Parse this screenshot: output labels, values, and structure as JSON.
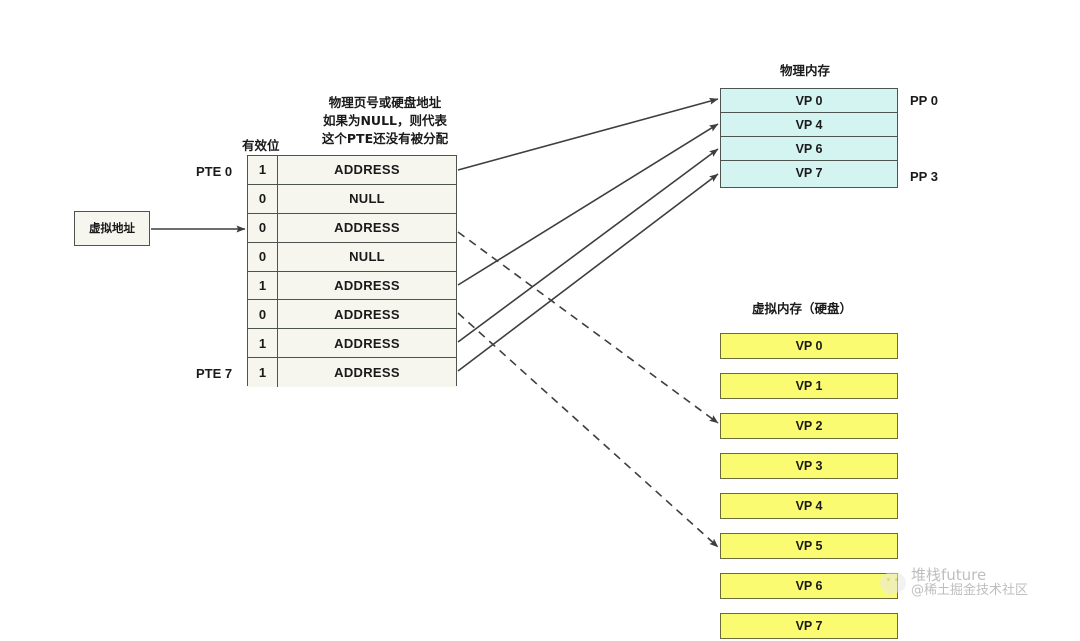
{
  "diagram": {
    "virtual_address_box": {
      "label": "虚拟地址"
    },
    "page_table": {
      "valid_bit_header": "有效位",
      "address_note": "物理页号或硬盘地址\n如果为NULL，则代表\n这个PTE还没有被分配",
      "address_note_lines": [
        "物理页号或硬盘地址",
        "如果为NULL，则代表",
        "这个PTE还没有被分配"
      ],
      "first_label": "PTE 0",
      "last_label": "PTE 7",
      "rows": [
        {
          "valid": "1",
          "value": "ADDRESS"
        },
        {
          "valid": "0",
          "value": "NULL"
        },
        {
          "valid": "0",
          "value": "ADDRESS"
        },
        {
          "valid": "0",
          "value": "NULL"
        },
        {
          "valid": "1",
          "value": "ADDRESS"
        },
        {
          "valid": "0",
          "value": "ADDRESS"
        },
        {
          "valid": "1",
          "value": "ADDRESS"
        },
        {
          "valid": "1",
          "value": "ADDRESS"
        }
      ]
    },
    "physical_memory": {
      "title": "物理内存",
      "first_frame_label": "PP 0",
      "last_frame_label": "PP 3",
      "rows": [
        "VP 0",
        "VP 4",
        "VP 6",
        "VP 7"
      ]
    },
    "virtual_memory": {
      "title": "虚拟内存（硬盘）",
      "rows": [
        "VP 0",
        "VP 1",
        "VP 2",
        "VP 3",
        "VP 4",
        "VP 5",
        "VP 6",
        "VP 7"
      ]
    },
    "watermark": {
      "line1": "堆栈future",
      "line2": "@稀土掘金技术社区"
    },
    "colors": {
      "page_table_fill": "#f6f6ef",
      "page_table_stroke": "#4d5450",
      "physical_fill": "#d4f4f2",
      "physical_stroke": "#4d5450",
      "virtual_fill": "#fbfb72",
      "virtual_stroke": "#6b6b3a",
      "arrow_solid": "#3b3f3d",
      "arrow_dashed": "#3b3f3d",
      "text": "#1a1a1a"
    }
  }
}
